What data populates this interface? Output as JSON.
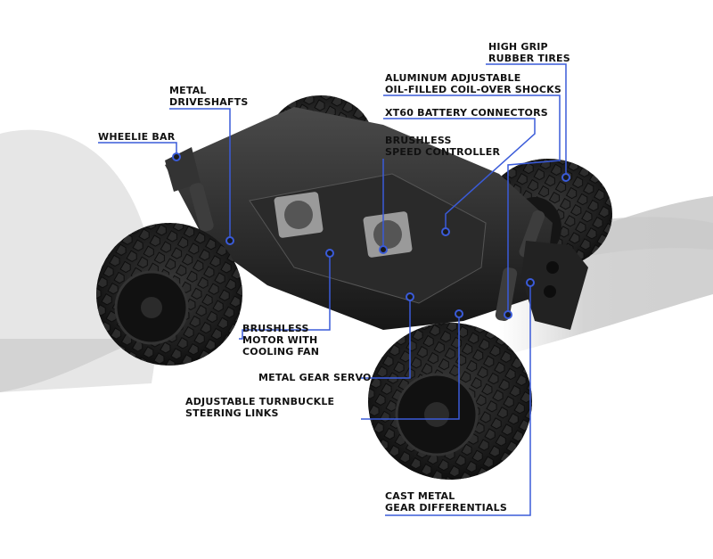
{
  "diagram": {
    "accent_color": "#3a5bd9",
    "labels": [
      {
        "id": "high-grip-rubber-tires",
        "lines": [
          "HIGH GRIP",
          "RUBBER TIRES"
        ]
      },
      {
        "id": "aluminum-adjustable-shocks",
        "lines": [
          "ALUMINUM ADJUSTABLE",
          "OIL-FILLED COIL-OVER SHOCKS"
        ]
      },
      {
        "id": "xt60-battery-connectors",
        "lines": [
          "XT60 BATTERY CONNECTORS"
        ]
      },
      {
        "id": "brushless-speed-controller",
        "lines": [
          "BRUSHLESS",
          "SPEED CONTROLLER"
        ]
      },
      {
        "id": "metal-driveshafts",
        "lines": [
          "METAL",
          "DRIVESHAFTS"
        ]
      },
      {
        "id": "wheelie-bar",
        "lines": [
          "WHEELIE BAR"
        ]
      },
      {
        "id": "brushless-motor-cooling-fan",
        "lines": [
          "BRUSHLESS",
          "MOTOR WITH",
          "COOLING FAN"
        ]
      },
      {
        "id": "metal-gear-servo",
        "lines": [
          "METAL GEAR SERVO"
        ]
      },
      {
        "id": "adjustable-turnbuckle-steering-links",
        "lines": [
          "ADJUSTABLE TURNBUCKLE",
          "STEERING LINKS"
        ]
      },
      {
        "id": "cast-metal-gear-differentials",
        "lines": [
          "CAST METAL",
          "GEAR DIFFERENTIALS"
        ]
      }
    ]
  }
}
